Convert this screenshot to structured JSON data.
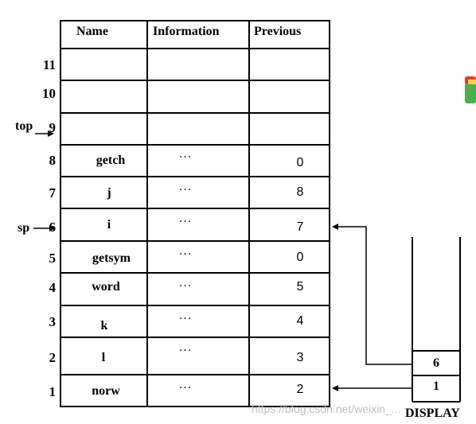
{
  "table": {
    "headers": [
      "Name",
      "Information",
      "Previous"
    ],
    "rows": [
      {
        "num": "11",
        "name": "",
        "info": "",
        "prev": ""
      },
      {
        "num": "10",
        "name": "",
        "info": "",
        "prev": ""
      },
      {
        "num": "9",
        "name": "",
        "info": "",
        "prev": ""
      },
      {
        "num": "8",
        "name": "getch",
        "info": "···",
        "prev": "0"
      },
      {
        "num": "7",
        "name": "j",
        "info": "···",
        "prev": "8"
      },
      {
        "num": "6",
        "name": "i",
        "info": "···",
        "prev": "7"
      },
      {
        "num": "5",
        "name": "getsym",
        "info": "···",
        "prev": "0"
      },
      {
        "num": "4",
        "name": "word",
        "info": "···",
        "prev": "5"
      },
      {
        "num": "3",
        "name": "k",
        "info": "···",
        "prev": "4"
      },
      {
        "num": "2",
        "name": "l",
        "info": "···",
        "prev": "3"
      },
      {
        "num": "1",
        "name": "norw",
        "info": "···",
        "prev": "2"
      }
    ]
  },
  "pointers": {
    "top": "top",
    "sp": "sp"
  },
  "display": {
    "title": "DISPLAY",
    "values": [
      "6",
      "1"
    ]
  },
  "watermark": "https://blog.csdn.net/weixin_..."
}
